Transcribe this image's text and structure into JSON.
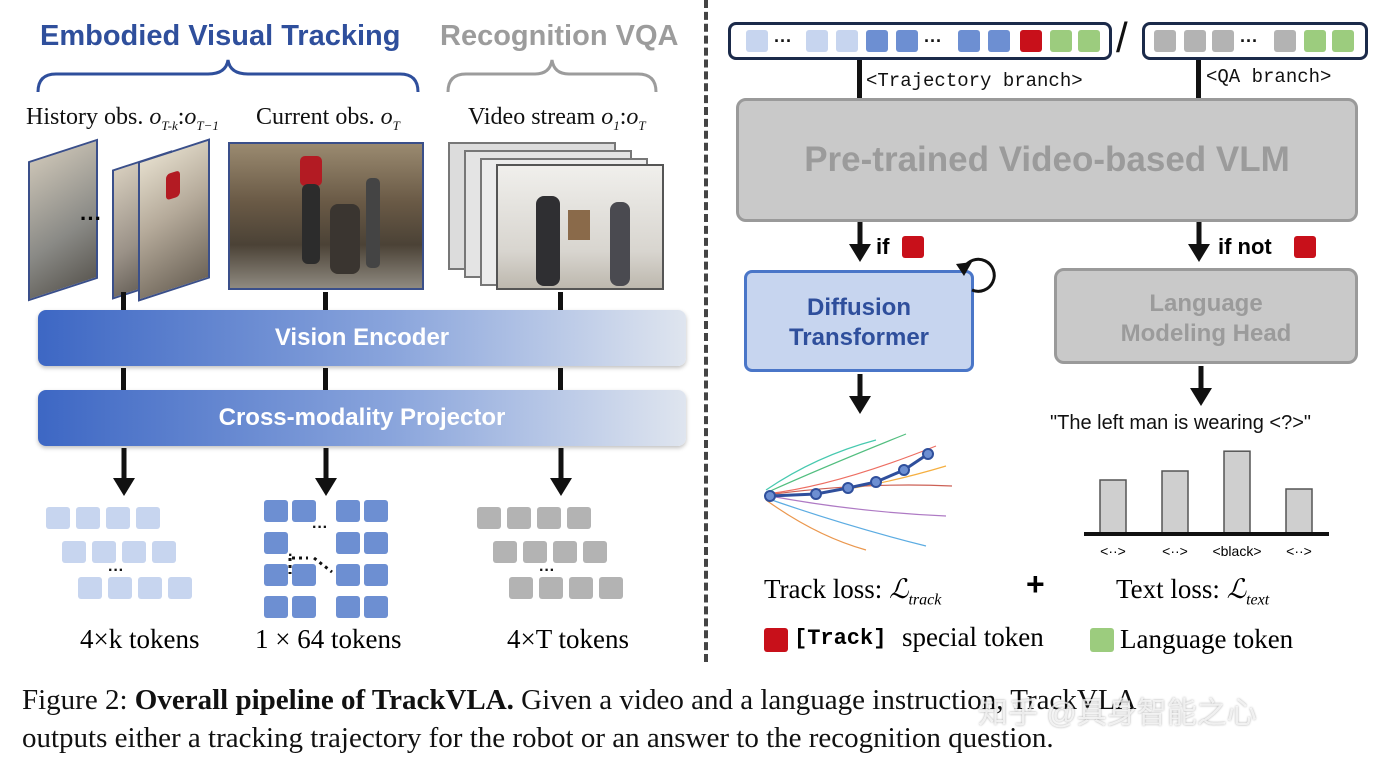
{
  "left": {
    "header_tracking": "Embodied Visual Tracking",
    "header_vqa": "Recognition VQA",
    "history_label": "History obs.",
    "history_sym": "o",
    "history_sub": "T-k",
    "history_sym2": "o",
    "history_sub2": "T−1",
    "current_label": "Current obs.",
    "current_sym": "o",
    "current_sub": "T",
    "video_label": "Video stream",
    "video_sym": "o",
    "video_sub": "1",
    "video_sym2": "o",
    "video_sub2": "T",
    "ellipsis": "···",
    "vision_encoder": "Vision Encoder",
    "projector": "Cross-modality Projector",
    "tokens_history": "4×k tokens",
    "tokens_current": "1 × 64 tokens",
    "tokens_video": "4×T tokens"
  },
  "right": {
    "trajectory_branch": "<Trajectory branch>",
    "qa_branch": "<QA branch>",
    "slash": "/",
    "vlm": "Pre-trained Video-based VLM",
    "if_label": "if",
    "if_not_label": "if not",
    "diffusion_line1": "Diffusion",
    "diffusion_line2": "Transformer",
    "lm_line1": "Language",
    "lm_line2": "Modeling Head",
    "quote": "\"The left man is wearing <?>\"",
    "bar_labels": [
      "<··>",
      "<··>",
      "<black>",
      "<··>"
    ],
    "bar_values": [
      0.6,
      0.7,
      0.92,
      0.5
    ],
    "track_loss": "Track loss: ",
    "track_loss_sym": "ℒ",
    "track_loss_sub": "track",
    "plus": "+",
    "text_loss": "Text loss: ",
    "text_loss_sym": "ℒ",
    "text_loss_sub": "text",
    "legend_track_code": "[Track]",
    "legend_track_text": "special token",
    "legend_lang": "Language token"
  },
  "caption": {
    "prefix": "Figure 2: ",
    "bold": "Overall pipeline of TrackVLA.",
    "rest1": " Given a video and a language instruction, TrackVLA",
    "line2": "outputs either a tracking trajectory for the robot or an answer to the recognition question.",
    "watermark": "知乎 @具身智能之心"
  },
  "colors": {
    "blue_dark": "#2f4f9c",
    "blue_mid": "#6d8fd2",
    "blue_light": "#c7d5ef",
    "gray_token": "#b3b3b3",
    "red_token": "#c8101a",
    "green_token": "#9ccc7e",
    "gray_header": "#9c9c9c"
  }
}
